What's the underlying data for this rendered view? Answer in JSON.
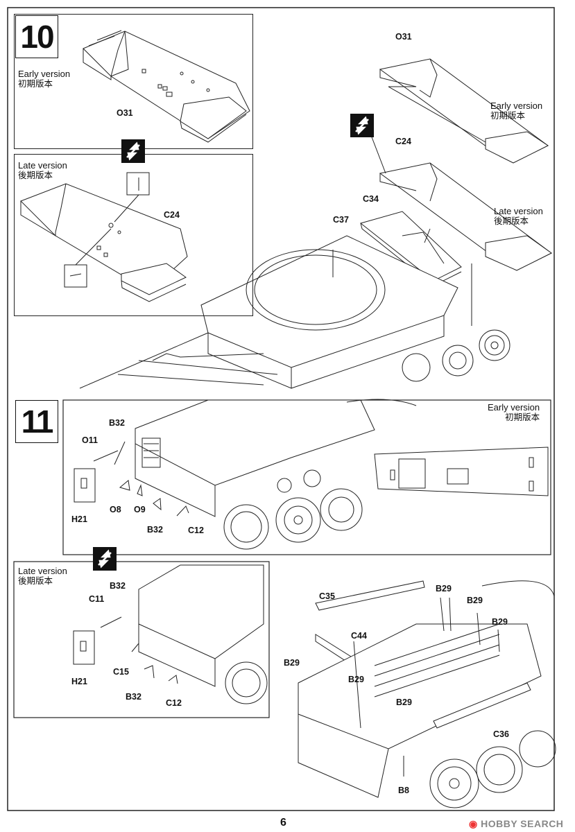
{
  "page_number": "6",
  "watermark": "HOBBY SEARCH",
  "steps": {
    "step10": {
      "number": "10",
      "early": {
        "en": "Early version",
        "cn": "初期版本"
      },
      "late": {
        "en": "Late version",
        "cn": "後期版本"
      },
      "early_right": {
        "en": "Early version",
        "cn": "初期版本"
      },
      "late_right": {
        "en": "Late version",
        "cn": "後期版本"
      },
      "parts": {
        "o31_left": "O31",
        "c24_left": "C24",
        "o31_right": "O31",
        "c24_right": "C24",
        "c34": "C34",
        "c37": "C37"
      }
    },
    "step11": {
      "number": "11",
      "early": {
        "en": "Early version",
        "cn": "初期版本"
      },
      "late": {
        "en": "Late version",
        "cn": "後期版本"
      },
      "parts_early": {
        "b32_top": "B32",
        "o11": "O11",
        "h21": "H21",
        "o8": "O8",
        "o9": "O9",
        "b32_bottom": "B32",
        "c12": "C12"
      },
      "parts_late": {
        "b32_top": "B32",
        "c11": "C11",
        "h21": "H21",
        "c15": "C15",
        "b32_bottom": "B32",
        "c12": "C12"
      },
      "parts_main": {
        "c35": "C35",
        "b29_a": "B29",
        "b29_b": "B29",
        "b29_c": "B29",
        "c44": "C44",
        "b29_d": "B29",
        "b29_e": "B29",
        "b29_f": "B29",
        "c36": "C36",
        "b8": "B8"
      }
    }
  }
}
